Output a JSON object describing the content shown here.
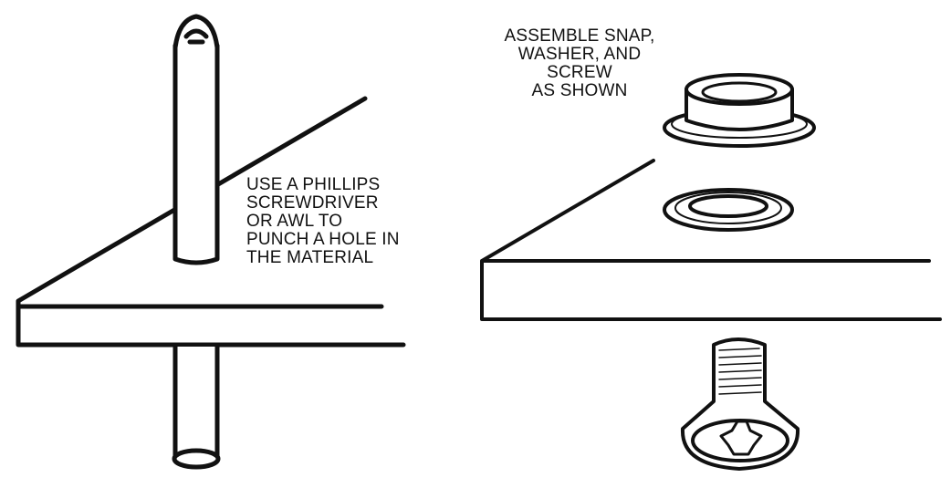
{
  "panels": [
    {
      "id": "punch-hole",
      "instruction_lines": [
        "USE A PHILLIPS",
        "SCREWDRIVER",
        "OR AWL TO",
        "PUNCH A HOLE IN",
        "THE MATERIAL"
      ]
    },
    {
      "id": "assemble",
      "instruction_lines": [
        "ASSEMBLE SNAP,",
        "WASHER, AND",
        "SCREW",
        "AS SHOWN"
      ]
    }
  ],
  "colors": {
    "ink": "#111111",
    "paper": "#ffffff"
  }
}
